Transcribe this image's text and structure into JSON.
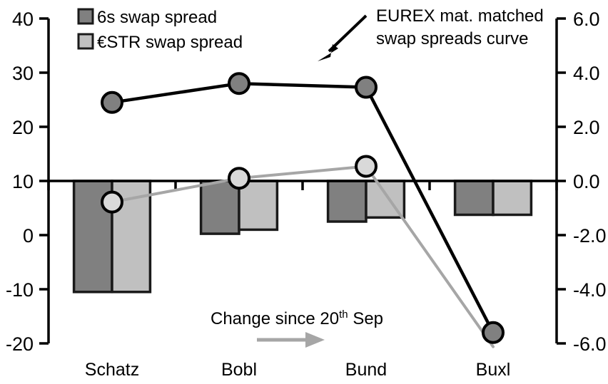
{
  "chart_data": {
    "type": "bar",
    "title": "",
    "subtitle": "",
    "xlabel": "",
    "categories": [
      "Schatz",
      "Bobl",
      "Bund",
      "Buxl"
    ],
    "grid": false,
    "legend_position": "top-left",
    "left_axis": {
      "label": "",
      "ylim": [
        -20,
        40
      ],
      "ticks": [
        40,
        30,
        20,
        10,
        0,
        -10,
        -20
      ],
      "tick_labels": [
        "40",
        "30",
        "20",
        "10",
        "0",
        "-10",
        "-20"
      ],
      "zero_reference_line_value": 10
    },
    "right_axis": {
      "label": "",
      "ylim": [
        -6.0,
        6.0
      ],
      "ticks": [
        6.0,
        4.0,
        2.0,
        0.0,
        -2.0,
        -4.0,
        -6.0
      ],
      "tick_labels": [
        "6.0",
        "4.0",
        "2.0",
        "0.0",
        "-2.0",
        "-4.0",
        "-6.0"
      ],
      "zero_reference_line_value": 0.0
    },
    "bar_series": [
      {
        "name": "6s swap spread",
        "axis": "right",
        "color": "#808080",
        "edge_color": "#1a1a1a",
        "values": [
          -4.1,
          -1.95,
          -1.5,
          -1.25
        ]
      },
      {
        "name": "€STR swap spread",
        "axis": "right",
        "color": "#c0c0c0",
        "edge_color": "#1a1a1a",
        "values": [
          -4.1,
          -1.8,
          -1.35,
          -1.25
        ]
      }
    ],
    "line_series": [
      {
        "name": "EUREX mat. matched swap spreads curve",
        "axis": "left",
        "color": "#000000",
        "marker_fill": "#808080",
        "marker_edge": "#000000",
        "values": [
          24.5,
          28.0,
          27.3,
          -18.0
        ]
      },
      {
        "name": "Change since 20th Sep",
        "axis": "left",
        "color": "#a6a6a6",
        "marker_fill": "#d9d9d9",
        "marker_edge": "#000000",
        "values": [
          6.1,
          10.5,
          12.7,
          -20.6
        ]
      }
    ]
  },
  "legend": {
    "items": [
      {
        "label": "6s swap spread",
        "color": "#808080"
      },
      {
        "label": "€STR swap spread",
        "color": "#c0c0c0"
      }
    ]
  },
  "annotations": {
    "curve_note": {
      "line1": "EUREX mat. matched",
      "line2": "swap spreads curve"
    },
    "change_note": {
      "prefix": "Change since 20",
      "superscript": "th",
      "suffix": " Sep"
    }
  },
  "axes": {
    "left_tick_labels": [
      "40",
      "30",
      "20",
      "10",
      "0",
      "-10",
      "-20"
    ],
    "right_tick_labels": [
      "6.0",
      "4.0",
      "2.0",
      "0.0",
      "-2.0",
      "-4.0",
      "-6.0"
    ],
    "category_labels": [
      "Schatz",
      "Bobl",
      "Bund",
      "Buxl"
    ]
  }
}
